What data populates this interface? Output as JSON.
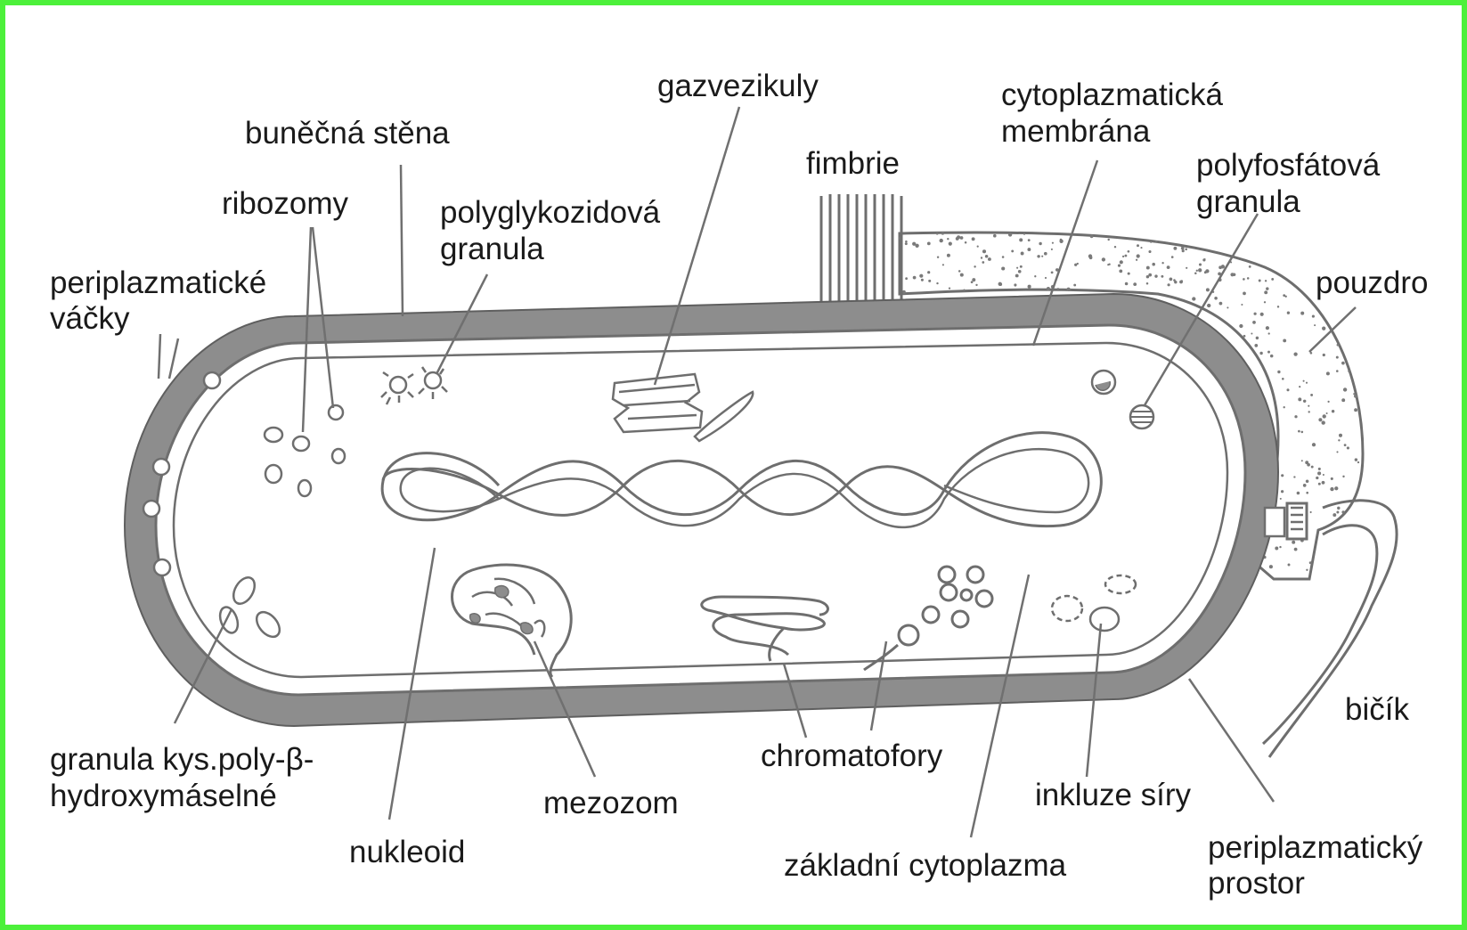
{
  "colors": {
    "border": "#4cf03a",
    "cell_wall": "#8d8d8d",
    "outline": "#6e6e6e",
    "text": "#1a1a1a"
  },
  "labels": {
    "bunecna_stena": "buněčná stěna",
    "ribozomy": "ribozomy",
    "periplazmaticke_vacky_1": "periplazmatické",
    "periplazmaticke_vacky_2": "váčky",
    "polyglykozidova_1": "polyglykozidová",
    "polyglykozidova_2": "granula",
    "gazvezikuly": "gazvezikuly",
    "fimbrie": "fimbrie",
    "cytoplazmaticka_1": "cytoplazmatická",
    "cytoplazmaticka_2": "membrána",
    "polyfosfatova_1": "polyfosfátová",
    "polyfosfatova_2": "granula",
    "pouzdro": "pouzdro",
    "bicik": "bičík",
    "granula_phb_1": "granula kys.poly-β-",
    "granula_phb_2": "hydroxymáselné",
    "mezozom": "mezozom",
    "nukleoid": "nukleoid",
    "chromatofory": "chromatofory",
    "zakladni_cytoplazma": "základní cytoplazma",
    "inkluze_siry": "inkluze síry",
    "periplazmaticky_1": "periplazmatický",
    "periplazmaticky_2": "prostor"
  }
}
